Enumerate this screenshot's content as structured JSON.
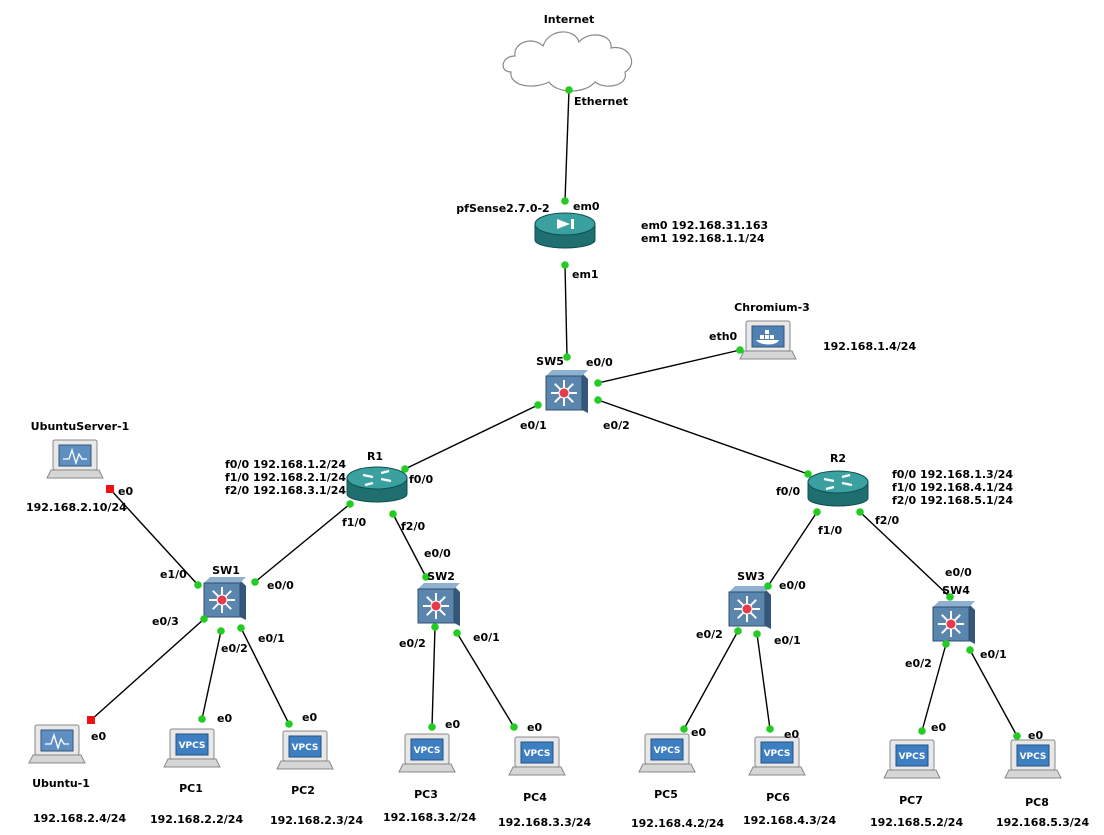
{
  "colors": {
    "up": "#22cc22",
    "down": "#ee1111",
    "router": "#2c8c8c",
    "switch": "#5a86ad",
    "vpcs": "#3d7fc2"
  },
  "cloud": {
    "name": "Internet",
    "icon": "cloud-icon"
  },
  "nodes": [
    {
      "id": "pfsense",
      "name": "pfSense2.7.0-2",
      "type": "router-icon"
    },
    {
      "id": "sw5",
      "name": "SW5",
      "type": "switch-icon"
    },
    {
      "id": "chromium",
      "name": "Chromium-3",
      "type": "docker-icon"
    },
    {
      "id": "r1",
      "name": "R1",
      "type": "router-icon"
    },
    {
      "id": "r2",
      "name": "R2",
      "type": "router-icon"
    },
    {
      "id": "sw1",
      "name": "SW1",
      "type": "switch-icon"
    },
    {
      "id": "sw2",
      "name": "SW2",
      "type": "switch-icon"
    },
    {
      "id": "sw3",
      "name": "SW3",
      "type": "switch-icon"
    },
    {
      "id": "sw4",
      "name": "SW4",
      "type": "switch-icon"
    },
    {
      "id": "ubuntuserver",
      "name": "UbuntuServer-1",
      "type": "monitor-icon"
    },
    {
      "id": "ubuntu",
      "name": "Ubuntu-1",
      "type": "monitor-icon"
    },
    {
      "id": "pc1",
      "name": "PC1",
      "type": "vpcs-icon",
      "label": "VPCS"
    },
    {
      "id": "pc2",
      "name": "PC2",
      "type": "vpcs-icon",
      "label": "VPCS"
    },
    {
      "id": "pc3",
      "name": "PC3",
      "type": "vpcs-icon",
      "label": "VPCS"
    },
    {
      "id": "pc4",
      "name": "PC4",
      "type": "vpcs-icon",
      "label": "VPCS"
    },
    {
      "id": "pc5",
      "name": "PC5",
      "type": "vpcs-icon",
      "label": "VPCS"
    },
    {
      "id": "pc6",
      "name": "PC6",
      "type": "vpcs-icon",
      "label": "VPCS"
    },
    {
      "id": "pc7",
      "name": "PC7",
      "type": "vpcs-icon",
      "label": "VPCS"
    },
    {
      "id": "pc8",
      "name": "PC8",
      "type": "vpcs-icon",
      "label": "VPCS"
    }
  ],
  "links": [
    {
      "id": "internet-pfsense",
      "a": "Ethernet",
      "b": "em0",
      "status": "up"
    },
    {
      "id": "pfsense-sw5",
      "a": "em1",
      "b": "",
      "status": "up"
    },
    {
      "id": "sw5-chromium",
      "a": "e0/0",
      "b": "eth0",
      "status": "up"
    },
    {
      "id": "sw5-r1",
      "a": "e0/1",
      "b": "f0/0",
      "status": "up"
    },
    {
      "id": "sw5-r2",
      "a": "e0/2",
      "b": "f0/0",
      "status": "up"
    },
    {
      "id": "r1-sw1",
      "a": "f1/0",
      "b": "e0/0",
      "status": "up"
    },
    {
      "id": "r1-sw2",
      "a": "f2/0",
      "b": "e0/0",
      "status": "up"
    },
    {
      "id": "r2-sw3",
      "a": "f1/0",
      "b": "e0/0",
      "status": "up"
    },
    {
      "id": "r2-sw4",
      "a": "f2/0",
      "b": "e0/0",
      "status": "up"
    },
    {
      "id": "sw1-ubuntuserver",
      "a": "e1/0",
      "b": "e0",
      "status": "down"
    },
    {
      "id": "sw1-ubuntu",
      "a": "e0/3",
      "b": "e0",
      "status": "down"
    },
    {
      "id": "sw1-pc1",
      "a": "e0/2",
      "b": "e0",
      "status": "up"
    },
    {
      "id": "sw1-pc2",
      "a": "e0/1",
      "b": "e0",
      "status": "up"
    },
    {
      "id": "sw2-pc3",
      "a": "e0/2",
      "b": "e0",
      "status": "up"
    },
    {
      "id": "sw2-pc4",
      "a": "e0/1",
      "b": "e0",
      "status": "up"
    },
    {
      "id": "sw3-pc5",
      "a": "e0/2",
      "b": "e0",
      "status": "up"
    },
    {
      "id": "sw3-pc6",
      "a": "e0/1",
      "b": "e0",
      "status": "up"
    },
    {
      "id": "sw4-pc7",
      "a": "e0/2",
      "b": "e0",
      "status": "up"
    },
    {
      "id": "sw4-pc8",
      "a": "e0/1",
      "b": "e0",
      "status": "up"
    }
  ],
  "notes": {
    "pfsense": [
      "em0 192.168.31.163",
      "em1 192.168.1.1/24"
    ],
    "chromium": [
      "192.168.1.4/24"
    ],
    "r1": [
      "f0/0 192.168.1.2/24",
      "f1/0 192.168.2.1/24",
      "f2/0 192.168.3.1/24"
    ],
    "r2": [
      "f0/0 192.168.1.3/24",
      "f1/0 192.168.4.1/24",
      "f2/0 192.168.5.1/24"
    ],
    "ubuntuserver": [
      "192.168.2.10/24"
    ],
    "ubuntu": [
      "192.168.2.4/24"
    ],
    "pc1": [
      "192.168.2.2/24"
    ],
    "pc2": [
      "192.168.2.3/24"
    ],
    "pc3": [
      "192.168.3.2/24"
    ],
    "pc4": [
      "192.168.3.3/24"
    ],
    "pc5": [
      "192.168.4.2/24"
    ],
    "pc6": [
      "192.168.4.3/24"
    ],
    "pc7": [
      "192.168.5.2/24"
    ],
    "pc8": [
      "192.168.5.3/24"
    ]
  }
}
